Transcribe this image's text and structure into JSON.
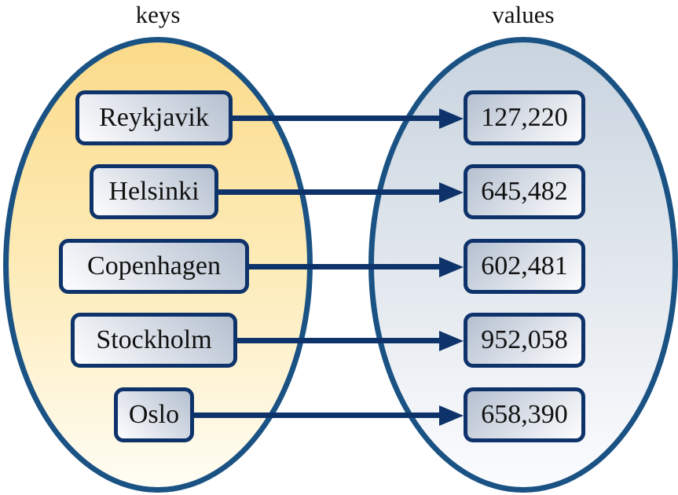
{
  "diagram": {
    "type": "key-value-mapping",
    "keys_label": "keys",
    "values_label": "values",
    "entries": [
      {
        "key": "Reykjavik",
        "value": "127,220"
      },
      {
        "key": "Helsinki",
        "value": "645,482"
      },
      {
        "key": "Copenhagen",
        "value": "602,481"
      },
      {
        "key": "Stockholm",
        "value": "952,058"
      },
      {
        "key": "Oslo",
        "value": "658,390"
      }
    ],
    "colors": {
      "arrow_and_box_border": "#0e336b",
      "ellipse_border": "#1a5284",
      "keys_ellipse_top": "#fbdb8a",
      "keys_ellipse_bottom": "#fffdf4",
      "values_ellipse_top": "#c9d4df",
      "values_ellipse_bottom": "#fbfcfe",
      "box_gradient_gray": "#b5c0d0",
      "box_gradient_white": "#fdfdfe"
    }
  }
}
